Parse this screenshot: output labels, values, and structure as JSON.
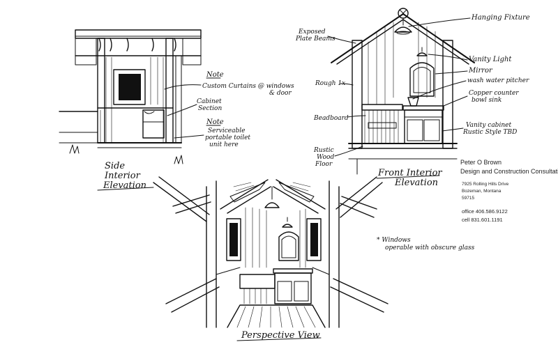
{
  "side_elevation": {
    "title_line1": "Side",
    "title_line2": "Interior",
    "title_line3": "Elevation",
    "note1_heading": "Note",
    "note1_line1": "Custom Curtains @ windows",
    "note1_line2": "& door",
    "cabinet_line1": "Cabinet",
    "cabinet_line2": "Section",
    "note2_heading": "Note",
    "note2_line1": "Serviceable",
    "note2_line2": "portable toilet",
    "note2_line3": "unit here"
  },
  "front_elevation": {
    "title_line1": "Front Interior",
    "title_line2": "Elevation",
    "label_hanging_fixture": "Hanging Fixture",
    "label_exposed_beams_1": "Exposed",
    "label_exposed_beams_2": "Plate Beams",
    "label_vanity_light": "Vanity Light",
    "label_mirror": "Mirror",
    "label_wash_water": "wash water pitcher",
    "label_copper_counter_1": "Copper counter",
    "label_copper_counter_2": "bowl sink",
    "label_rough": "Rough 1x",
    "label_beadboard": "Beadboard",
    "label_vanity_cabinet_1": "Vanity cabinet",
    "label_vanity_cabinet_2": "Rustic Style TBD",
    "label_rustic_floor_1": "Rustic",
    "label_rustic_floor_2": "Wood",
    "label_rustic_floor_3": "Floor"
  },
  "perspective": {
    "title": "Perspective View",
    "note_line1": "* Windows",
    "note_line2": "operable with obscure glass"
  },
  "title_block": {
    "name": "Peter O Brown",
    "firm": "Design and Construction Consultation",
    "address1": "7925 Rolling Hills Drive",
    "address2": "Bozeman, Montana",
    "zip": "59715",
    "office": "office  406.586.9122",
    "cell": "cell    831.601.1191"
  }
}
